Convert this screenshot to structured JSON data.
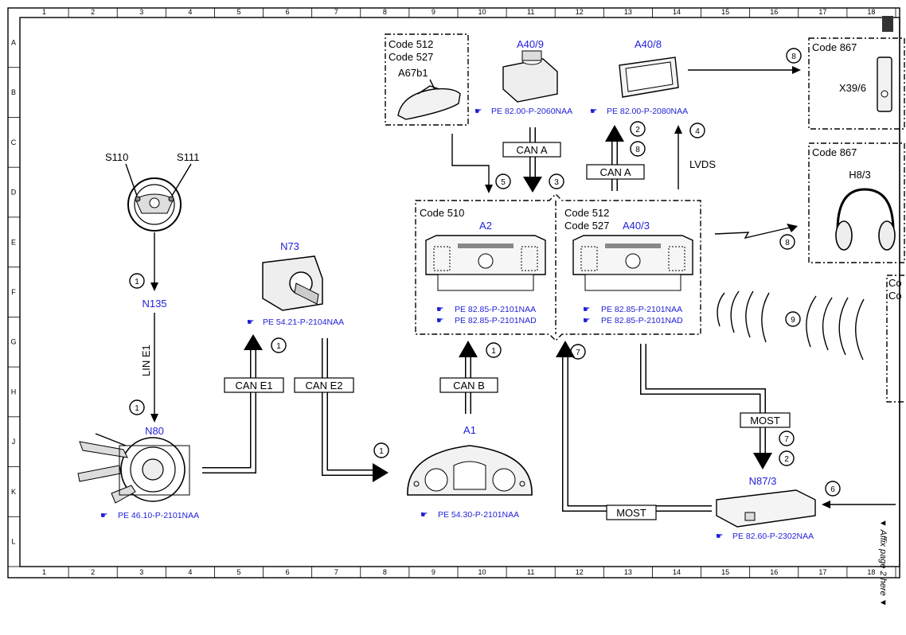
{
  "grid": {
    "columns": [
      "1",
      "2",
      "3",
      "4",
      "5",
      "6",
      "7",
      "8",
      "9",
      "10",
      "11",
      "12",
      "13",
      "14",
      "15",
      "16",
      "17",
      "18"
    ],
    "rows": [
      "A",
      "B",
      "C",
      "D",
      "E",
      "F",
      "G",
      "H",
      "J",
      "K",
      "L"
    ]
  },
  "components": {
    "s110": "S110",
    "s111": "S111",
    "n135": "N135",
    "n80": "N80",
    "n73": "N73",
    "a1": "A1",
    "a2": "A2",
    "a40_3": "A40/3",
    "a40_9": "A40/9",
    "a40_8": "A40/8",
    "a67b1": "A67b1",
    "n87_3": "N87/3",
    "x39_6": "X39/6",
    "h8_3": "H8/3"
  },
  "codes": {
    "box_a67b1_1": "Code 512",
    "box_a67b1_2": "Code 527",
    "box_a2": "Code 510",
    "box_a40_3_1": "Code 512",
    "box_a40_3_2": "Code 527",
    "box_x39": "Code 867",
    "box_h8": "Code 867",
    "box_right_partial_1": "Co",
    "box_right_partial_2": "Co"
  },
  "references": {
    "n80": "PE 46.10-P-2101NAA",
    "n73": "PE 54.21-P-2104NAA",
    "a1": "PE 54.30-P-2101NAA",
    "a2_1": "PE 82.85-P-2101NAA",
    "a2_2": "PE 82.85-P-2101NAD",
    "a40_3_1": "PE 82.85-P-2101NAA",
    "a40_3_2": "PE 82.85-P-2101NAD",
    "a40_9": "PE 82.00-P-2060NAA",
    "a40_8": "PE 82.00-P-2080NAA",
    "n87_3": "PE 82.60-P-2302NAA"
  },
  "buses": {
    "lin_e1": "LIN E1",
    "can_e1": "CAN E1",
    "can_e2": "CAN E2",
    "can_b": "CAN B",
    "can_a_left": "CAN A",
    "can_a_right": "CAN A",
    "lvds": "LVDS",
    "most_bottom": "MOST",
    "most_right": "MOST"
  },
  "markers": {
    "m1": "1",
    "m2": "1",
    "m3": "1",
    "m4": "1",
    "m5": "1",
    "m_a40_2": "2",
    "m_a40_8": "8",
    "m_lvds": "4",
    "m_can_a": "3",
    "m_5": "5",
    "m_x39": "8",
    "m_h8": "8",
    "m_9": "9",
    "m_7_left": "7",
    "m_7_right": "7",
    "m_2_right": "2",
    "m_6": "6"
  },
  "footer": {
    "affix": "▼ Affix page 2 here ▼"
  }
}
